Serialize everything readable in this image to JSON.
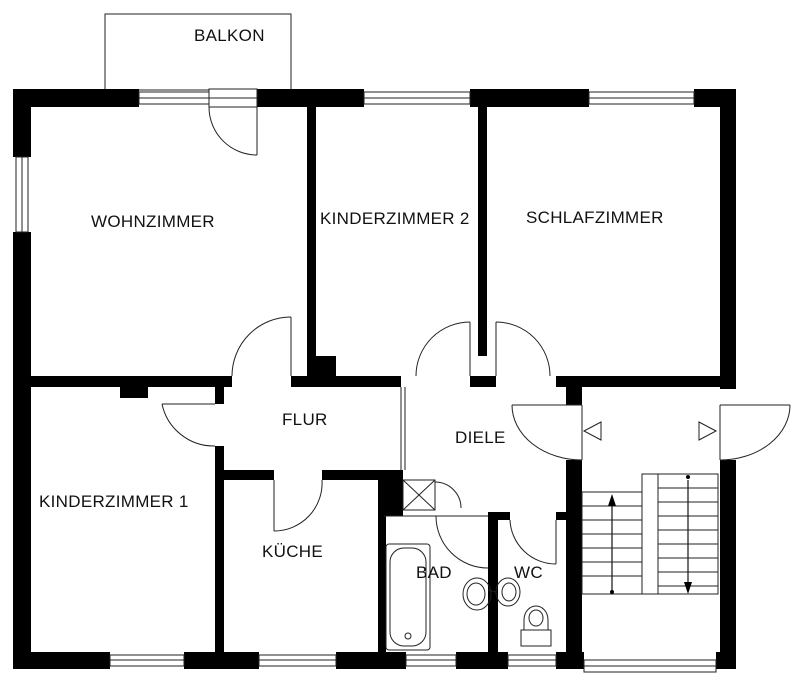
{
  "floorplan": {
    "rooms": {
      "balkon": "BALKON",
      "wohnzimmer": "WOHNZIMMER",
      "kinderzimmer_2": "KINDERZIMMER 2",
      "schlafzimmer": "SCHLAFZIMMER",
      "flur": "FLUR",
      "diele": "DIELE",
      "kinderzimmer_1": "KINDERZIMMER 1",
      "kueche": "KÜCHE",
      "bad": "BAD",
      "wc": "WC"
    },
    "colors": {
      "wall": "#000000",
      "line": "#222222",
      "background": "#ffffff"
    }
  }
}
